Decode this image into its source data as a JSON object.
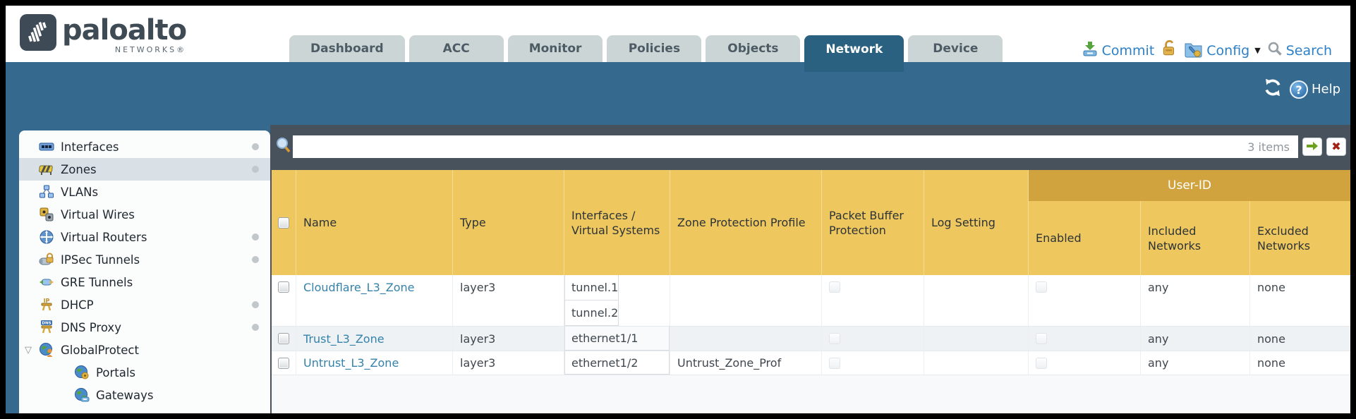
{
  "brand": {
    "name": "paloalto",
    "sub": "NETWORKS®"
  },
  "nav": {
    "tabs": [
      {
        "label": "Dashboard",
        "active": false
      },
      {
        "label": "ACC",
        "active": false
      },
      {
        "label": "Monitor",
        "active": false
      },
      {
        "label": "Policies",
        "active": false
      },
      {
        "label": "Objects",
        "active": false
      },
      {
        "label": "Network",
        "active": true
      },
      {
        "label": "Device",
        "active": false
      }
    ]
  },
  "utilities": {
    "commit": "Commit",
    "config": "Config",
    "search": "Search"
  },
  "toolbar": {
    "help": "Help"
  },
  "filter": {
    "value": "",
    "count": "3 items"
  },
  "sidebar": {
    "items": [
      {
        "label": "Interfaces",
        "icon": "interfaces-icon",
        "dot": true
      },
      {
        "label": "Zones",
        "icon": "zones-icon",
        "dot": true,
        "selected": true
      },
      {
        "label": "VLANs",
        "icon": "vlans-icon"
      },
      {
        "label": "Virtual Wires",
        "icon": "virtual-wires-icon"
      },
      {
        "label": "Virtual Routers",
        "icon": "virtual-routers-icon",
        "dot": true
      },
      {
        "label": "IPSec Tunnels",
        "icon": "ipsec-tunnels-icon",
        "dot": true
      },
      {
        "label": "GRE Tunnels",
        "icon": "gre-tunnels-icon"
      },
      {
        "label": "DHCP",
        "icon": "dhcp-icon",
        "dot": true
      },
      {
        "label": "DNS Proxy",
        "icon": "dns-proxy-icon",
        "dot": true
      },
      {
        "label": "GlobalProtect",
        "icon": "globalprotect-icon",
        "expandable": true
      },
      {
        "label": "Portals",
        "icon": "portals-icon",
        "child": true
      },
      {
        "label": "Gateways",
        "icon": "gateways-icon",
        "child": true
      }
    ]
  },
  "table": {
    "group_header": "User-ID",
    "columns": [
      "Name",
      "Type",
      "Interfaces / Virtual Systems",
      "Zone Protection Profile",
      "Packet Buffer Protection",
      "Log Setting",
      "Enabled",
      "Included Networks",
      "Excluded Networks"
    ],
    "rows": [
      {
        "name": "Cloudflare_L3_Zone",
        "type": "layer3",
        "interfaces": [
          "tunnel.1",
          "tunnel.2"
        ],
        "zone_protection_profile": "",
        "packet_buffer_protection": false,
        "log_setting": "",
        "enabled": false,
        "included_networks": "any",
        "excluded_networks": "none"
      },
      {
        "name": "Trust_L3_Zone",
        "type": "layer3",
        "interfaces": [
          "ethernet1/1"
        ],
        "zone_protection_profile": "",
        "packet_buffer_protection": false,
        "log_setting": "",
        "enabled": false,
        "included_networks": "any",
        "excluded_networks": "none"
      },
      {
        "name": "Untrust_L3_Zone",
        "type": "layer3",
        "interfaces": [
          "ethernet1/2"
        ],
        "zone_protection_profile": "Untrust_Zone_Prof",
        "packet_buffer_protection": false,
        "log_setting": "",
        "enabled": false,
        "included_networks": "any",
        "excluded_networks": "none"
      }
    ]
  },
  "colors": {
    "teal_band": "#35698d",
    "slate_strip": "#47525c",
    "header_gold": "#eec85e",
    "group_gold": "#d1a33f",
    "link_blue": "#3482aa",
    "accent_blue": "#2d80c6",
    "selected_tab": "#2a6080"
  }
}
